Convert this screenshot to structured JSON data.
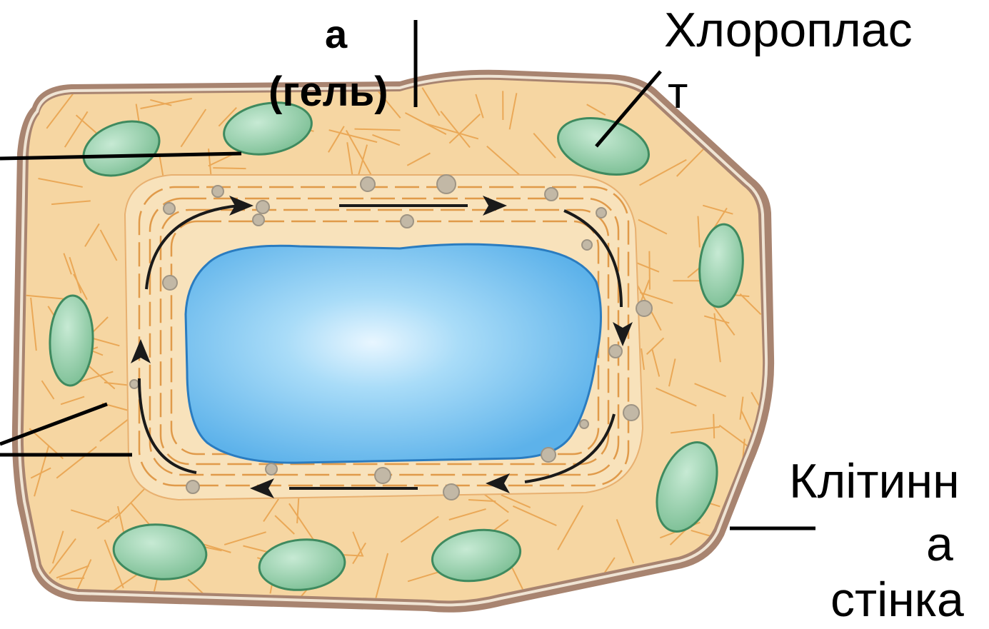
{
  "labels": {
    "top_a": "а",
    "top_gel": "(гель)",
    "chloro_1": "Хлороплас",
    "chloro_2": "т",
    "wall_1": "Клітинн",
    "wall_2": "а",
    "wall_3": "стінка"
  },
  "colors": {
    "cell_wall": "#a88470",
    "wall_highlight": "#efe4d4",
    "cytoplasm": "#f6d6a2",
    "inner_cytoplasm": "#f8e2bb",
    "fibers": "#e8a04a",
    "chloroplast": "#8ccaa2",
    "chloroplast_edge": "#3f8a5f",
    "vacuole": "#5db2ea",
    "vacuole_edge": "#2a7cc0",
    "vesicle": "#c2b8a6",
    "arrow": "#1a1a1a",
    "leader_line": "#000000"
  },
  "icons": [
    "cell-wall-shape",
    "chloroplast-shape",
    "vacuole-shape",
    "streaming-arrow",
    "vesicle-dot",
    "leader-line"
  ]
}
